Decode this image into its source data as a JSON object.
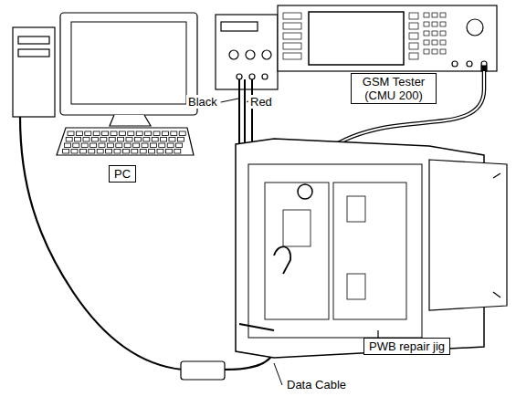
{
  "diagram": {
    "nodes": [
      {
        "text": [
          "PC"
        ]
      },
      {
        "text": [
          "GSM Tester (CMU 200)"
        ]
      },
      {
        "text": [
          "PWB repair jig"
        ]
      }
    ],
    "labels": [
      "Black",
      "Red",
      "Data Cable"
    ]
  }
}
